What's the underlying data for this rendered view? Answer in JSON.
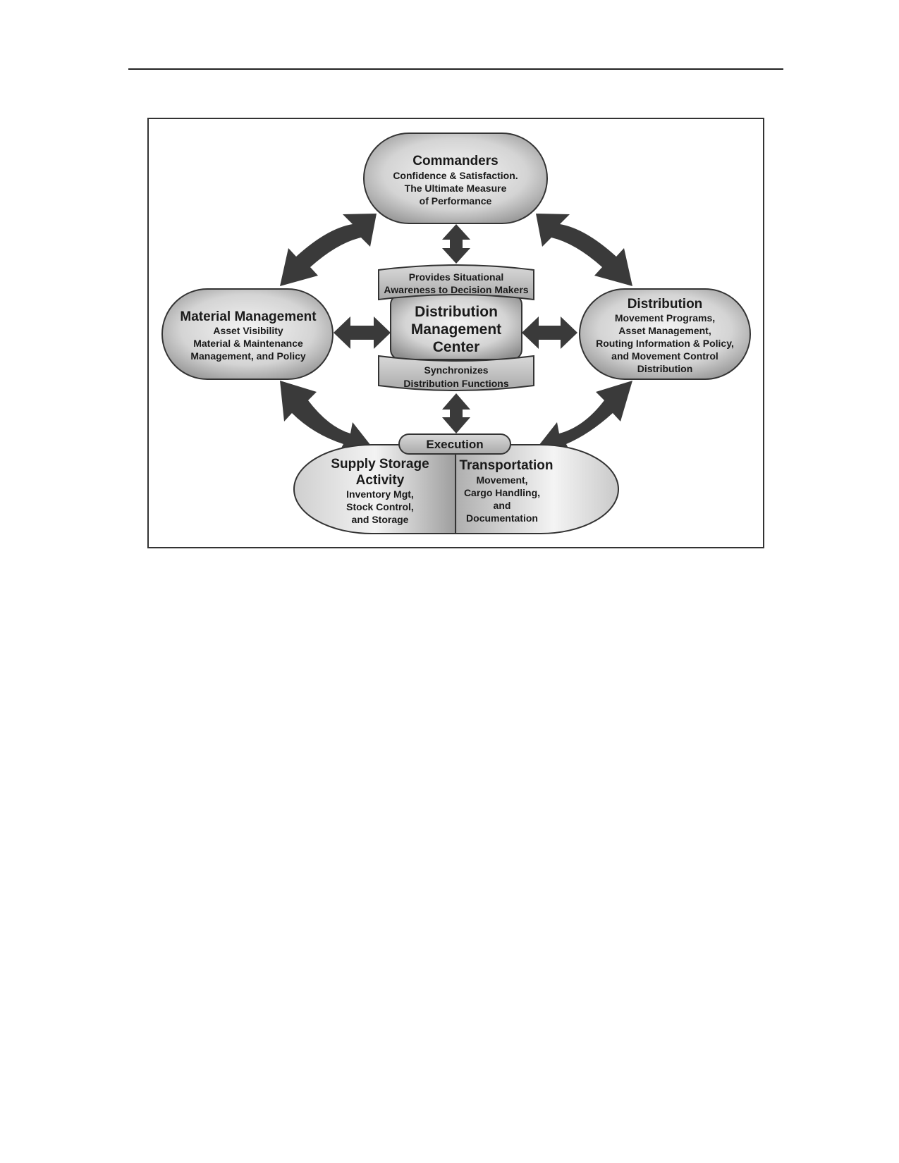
{
  "commanders": {
    "title": "Commanders",
    "lines": [
      "Confidence & Satisfaction.",
      "The Ultimate Measure",
      "of Performance"
    ]
  },
  "material_management": {
    "title": "Material Management",
    "lines": [
      "Asset Visibility",
      "Material & Maintenance",
      "Management, and Policy"
    ]
  },
  "distribution": {
    "title": "Distribution",
    "lines": [
      "Movement Programs,",
      "Asset Management,",
      "Routing Information & Policy,",
      "and Movement Control",
      "Distribution"
    ]
  },
  "dmc": {
    "top_band": [
      "Provides Situational",
      "Awareness to Decision Makers"
    ],
    "title": [
      "Distribution",
      "Management",
      "Center"
    ],
    "bottom_band": [
      "Synchronizes",
      "Distribution Functions"
    ]
  },
  "execution": {
    "label": "Execution",
    "supply": {
      "title": [
        "Supply Storage",
        "Activity"
      ],
      "lines": [
        "Inventory Mgt,",
        "Stock Control,",
        "and Storage"
      ]
    },
    "transportation": {
      "title": "Transportation",
      "lines": [
        "Movement,",
        "Cargo Handling,",
        "and",
        "Documentation"
      ]
    }
  },
  "colors": {
    "node_fill_light": "#f2f2f2",
    "node_fill_dark": "#9a9a9a",
    "arrow": "#3a3a3a",
    "outline": "#333333"
  }
}
